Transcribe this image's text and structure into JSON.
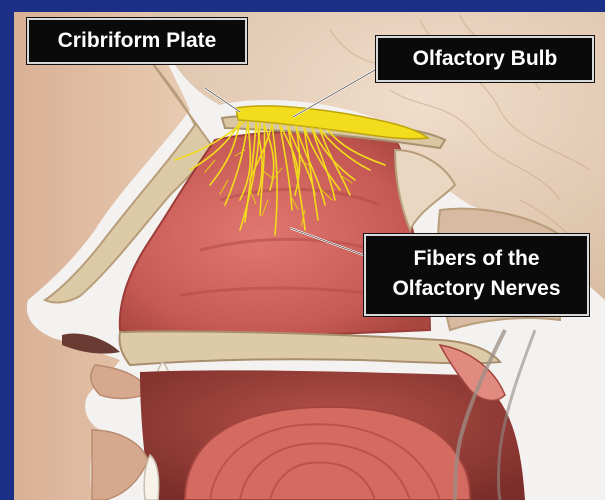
{
  "labels": {
    "cribriform_plate": "Cribriform Plate",
    "olfactory_bulb": "Olfactory Bulb",
    "fibers_line1": "Fibers of the",
    "fibers_line2": "Olfactory Nerves"
  },
  "colors": {
    "frame": "#1c2f86",
    "skin": "#e4c3a8",
    "bone": "#dcc9a6",
    "nasal_cavity": "#c85a55",
    "nerve": "#f2dc1c",
    "muscle": "#c9463f",
    "label_bg": "#0a0a0a"
  }
}
